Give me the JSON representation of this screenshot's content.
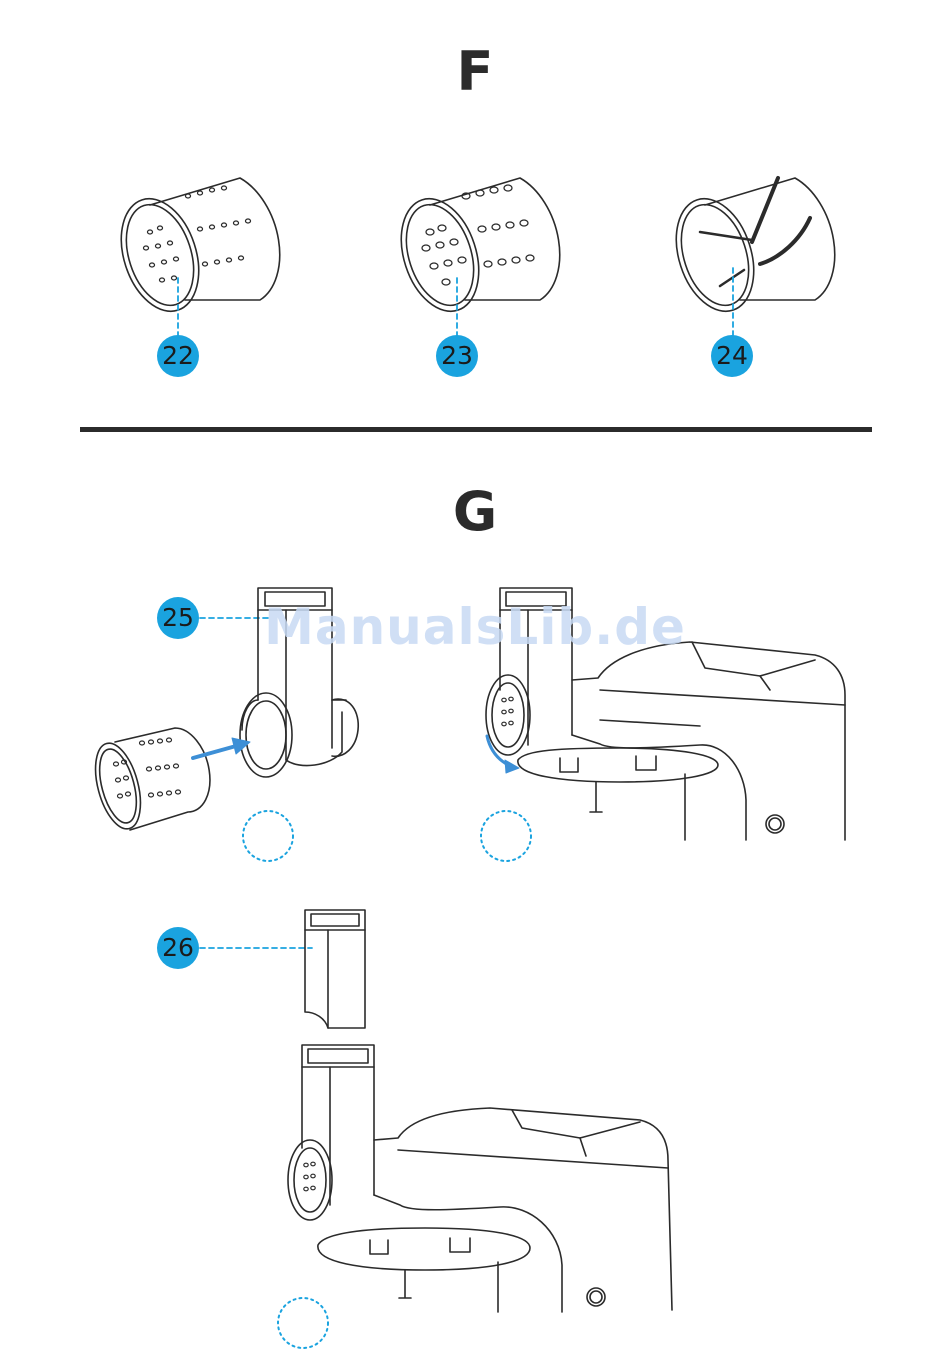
{
  "sections": {
    "f_label": "F",
    "g_label": "G"
  },
  "callouts": {
    "c22": "22",
    "c23": "23",
    "c24": "24",
    "c25": "25",
    "c26": "26"
  },
  "watermark": "ManualsLib.de",
  "colors": {
    "accent": "#1aa3df",
    "ink": "#2b2b2b",
    "arrow": "#3d8fd6"
  }
}
